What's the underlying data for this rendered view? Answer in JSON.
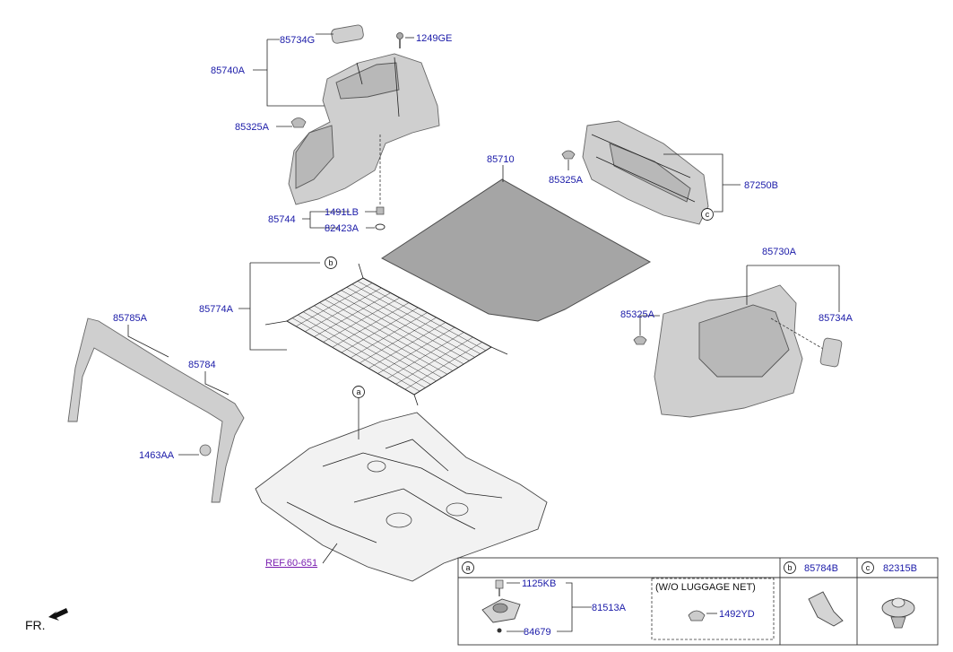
{
  "callouts": {
    "c85734G_top": "85734G",
    "c85740A": "85740A",
    "c1249GE": "1249GE",
    "c85325A_left": "85325A",
    "c1491LB": "1491LB",
    "c85744": "85744",
    "c82423A": "82423A",
    "c85710": "85710",
    "c85325A_mid": "85325A",
    "c87250B": "87250B",
    "c85730A": "85730A",
    "c85325A_right": "85325A",
    "c85734A": "85734A",
    "c85774A": "85774A",
    "c85785A": "85785A",
    "c85784": "85784",
    "c1463AA": "1463AA",
    "ref": "REF.60-651",
    "fr": "FR."
  },
  "markers": {
    "a": "a",
    "b": "b",
    "c": "c"
  },
  "legend": {
    "a_letter": "a",
    "b_letter": "b",
    "c_letter": "c",
    "b_part": "85784B",
    "c_part": "82315B",
    "a_1125KB": "1125KB",
    "a_81513A": "81513A",
    "a_84679": "84679",
    "a_variant": "(W/O LUGGAGE NET)",
    "a_1492YD": "1492YD"
  }
}
